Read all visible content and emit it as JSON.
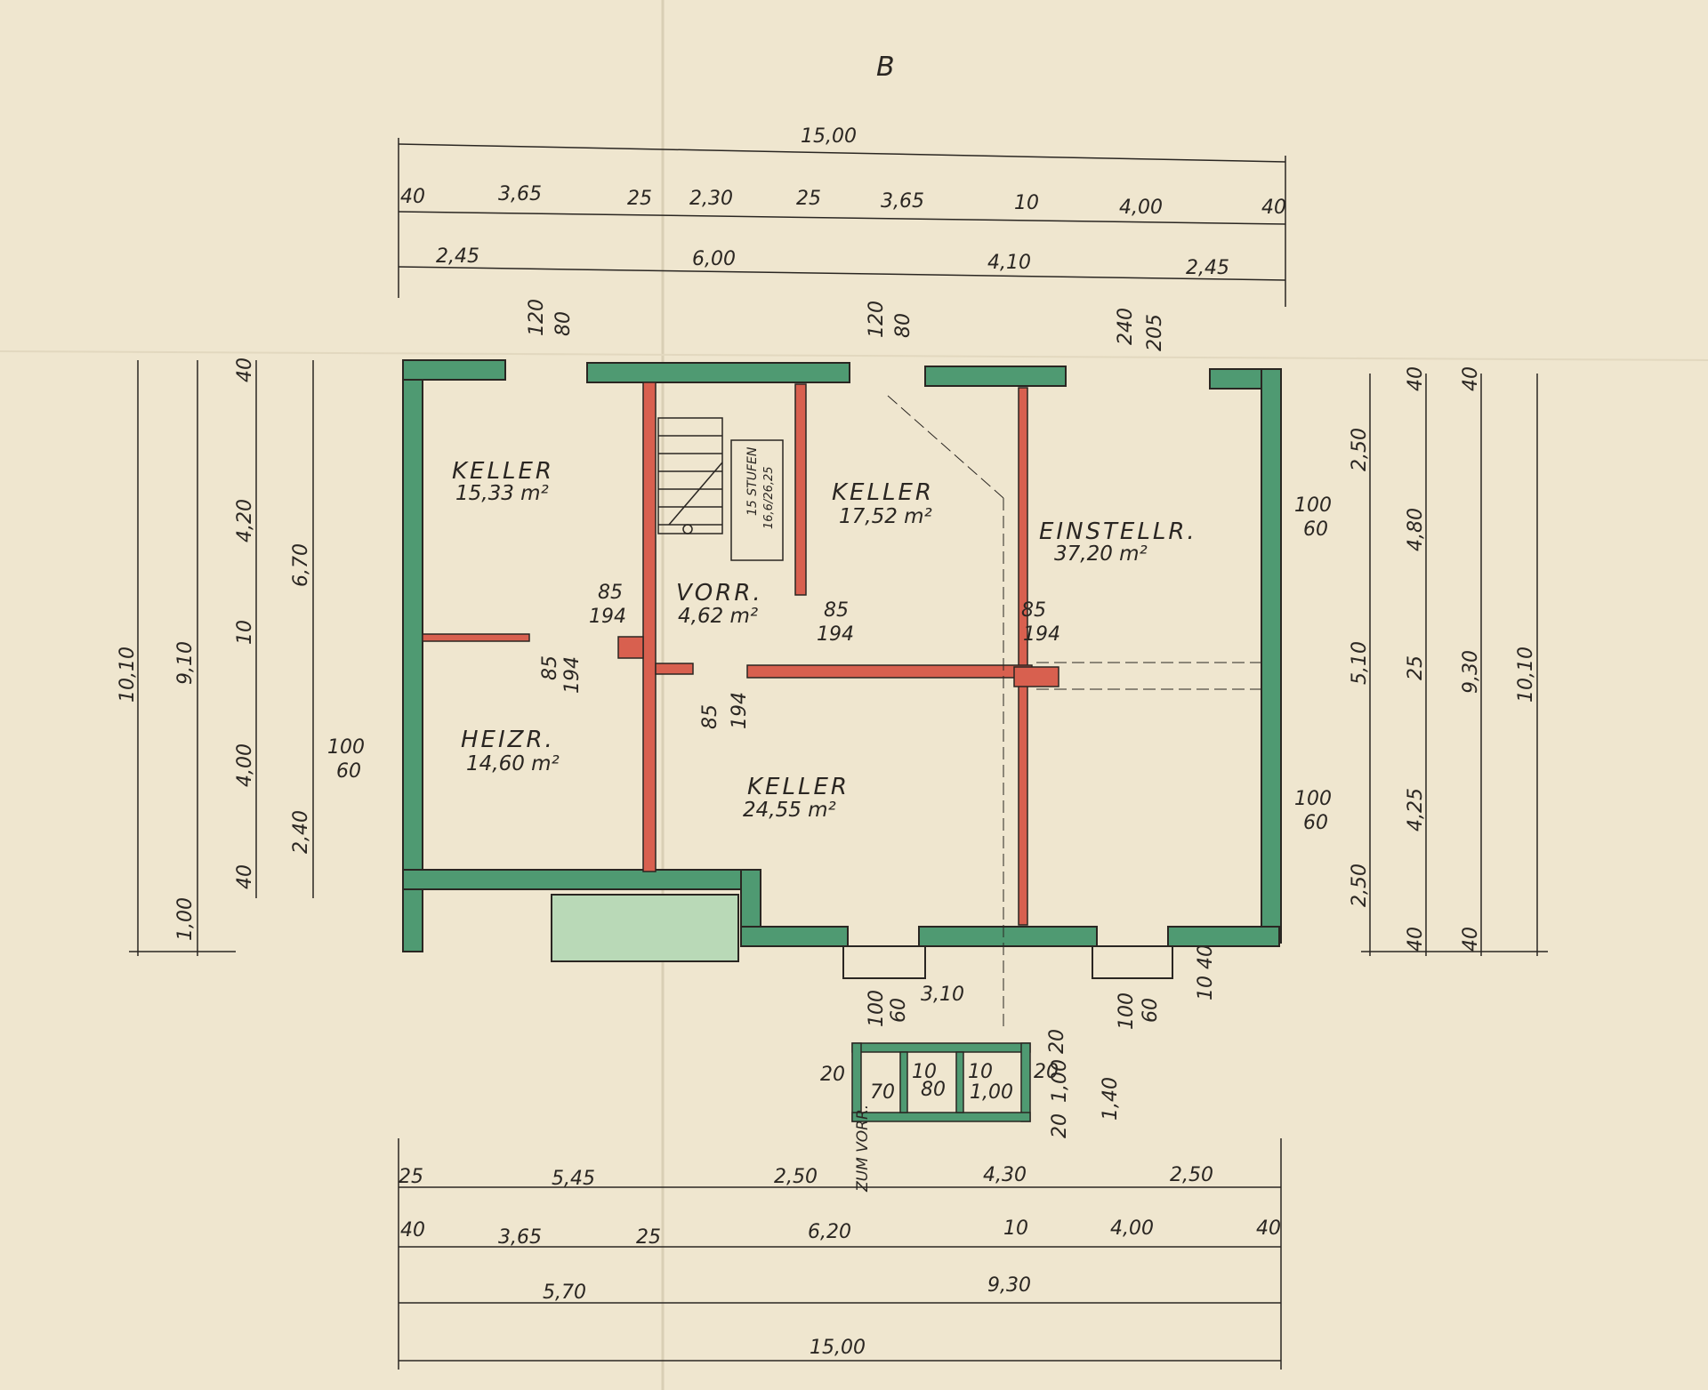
{
  "sheet": {
    "label": "B"
  },
  "rooms": [
    {
      "key": "keller1",
      "name": "KELLER",
      "area": "15,33 m²"
    },
    {
      "key": "keller2",
      "name": "KELLER",
      "area": "17,52 m²"
    },
    {
      "key": "einstell",
      "name": "EINSTELLR.",
      "area": "37,20 m²"
    },
    {
      "key": "vorr",
      "name": "VORR.",
      "area": "4,62 m²"
    },
    {
      "key": "heiz",
      "name": "HEIZR.",
      "area": "14,60 m²"
    },
    {
      "key": "keller3",
      "name": "KELLER",
      "area": "24,55 m²"
    }
  ],
  "stairs": {
    "label1": "15 STUFEN",
    "label2": "16,6/26,25"
  },
  "access_note": "ZUM VORR.",
  "dimensions": {
    "top_total": "15,00",
    "top_row1": [
      "40",
      "3,65",
      "25",
      "2,30",
      "25",
      "3,65",
      "10",
      "4,00",
      "40"
    ],
    "top_row2": [
      "2,45",
      "6,00",
      "4,10",
      "2,45"
    ],
    "top_windows": [
      {
        "a": "120",
        "b": "80"
      },
      {
        "a": "120",
        "b": "80"
      },
      {
        "a": "240",
        "b": "205"
      }
    ],
    "left_outer": [
      "10,10",
      "9,10",
      "1,00"
    ],
    "left_inner": [
      "40",
      "4,20",
      "10",
      "4,00",
      "40"
    ],
    "left_side": [
      "6,70",
      "2,40"
    ],
    "right_inner": [
      "2,50",
      "5,10",
      "2,50"
    ],
    "right_mid": [
      "40",
      "4,80",
      "25",
      "4,25",
      "40"
    ],
    "right_outer": [
      "40",
      "9,30",
      "40",
      "10,10"
    ],
    "doors": [
      {
        "a": "85",
        "b": "194"
      },
      {
        "a": "85",
        "b": "194"
      },
      {
        "a": "85",
        "b": "194"
      },
      {
        "a": "85",
        "b": "194"
      },
      {
        "a": "85",
        "b": "194"
      }
    ],
    "windows_side": [
      {
        "a": "100",
        "b": "60"
      },
      {
        "a": "100",
        "b": "60"
      },
      {
        "a": "100",
        "b": "60"
      }
    ],
    "bottom_windows": [
      {
        "a": "100",
        "b": "60"
      },
      {
        "a": "100",
        "b": "60"
      }
    ],
    "bottom_small": [
      "10",
      "40"
    ],
    "light_well": {
      "width": "3,10",
      "a": "20",
      "b": "70",
      "c": "10",
      "d": "80",
      "e": "10",
      "f": "1,00",
      "g": "20",
      "h": "20",
      "i": "1,00",
      "j": "20",
      "k": "1,40"
    },
    "bottom_row1": [
      "25",
      "5,45",
      "2,50",
      "4,30",
      "2,50"
    ],
    "bottom_row2": [
      "40",
      "3,65",
      "25",
      "6,20",
      "10",
      "4,00",
      "40"
    ],
    "bottom_row3": [
      "5,70",
      "9,30"
    ],
    "bottom_total": "15,00"
  },
  "colors": {
    "paper": "#efe6cf",
    "outer_wall": "#4f9a72",
    "inner_wall": "#d8604f",
    "line": "#2a2622"
  }
}
